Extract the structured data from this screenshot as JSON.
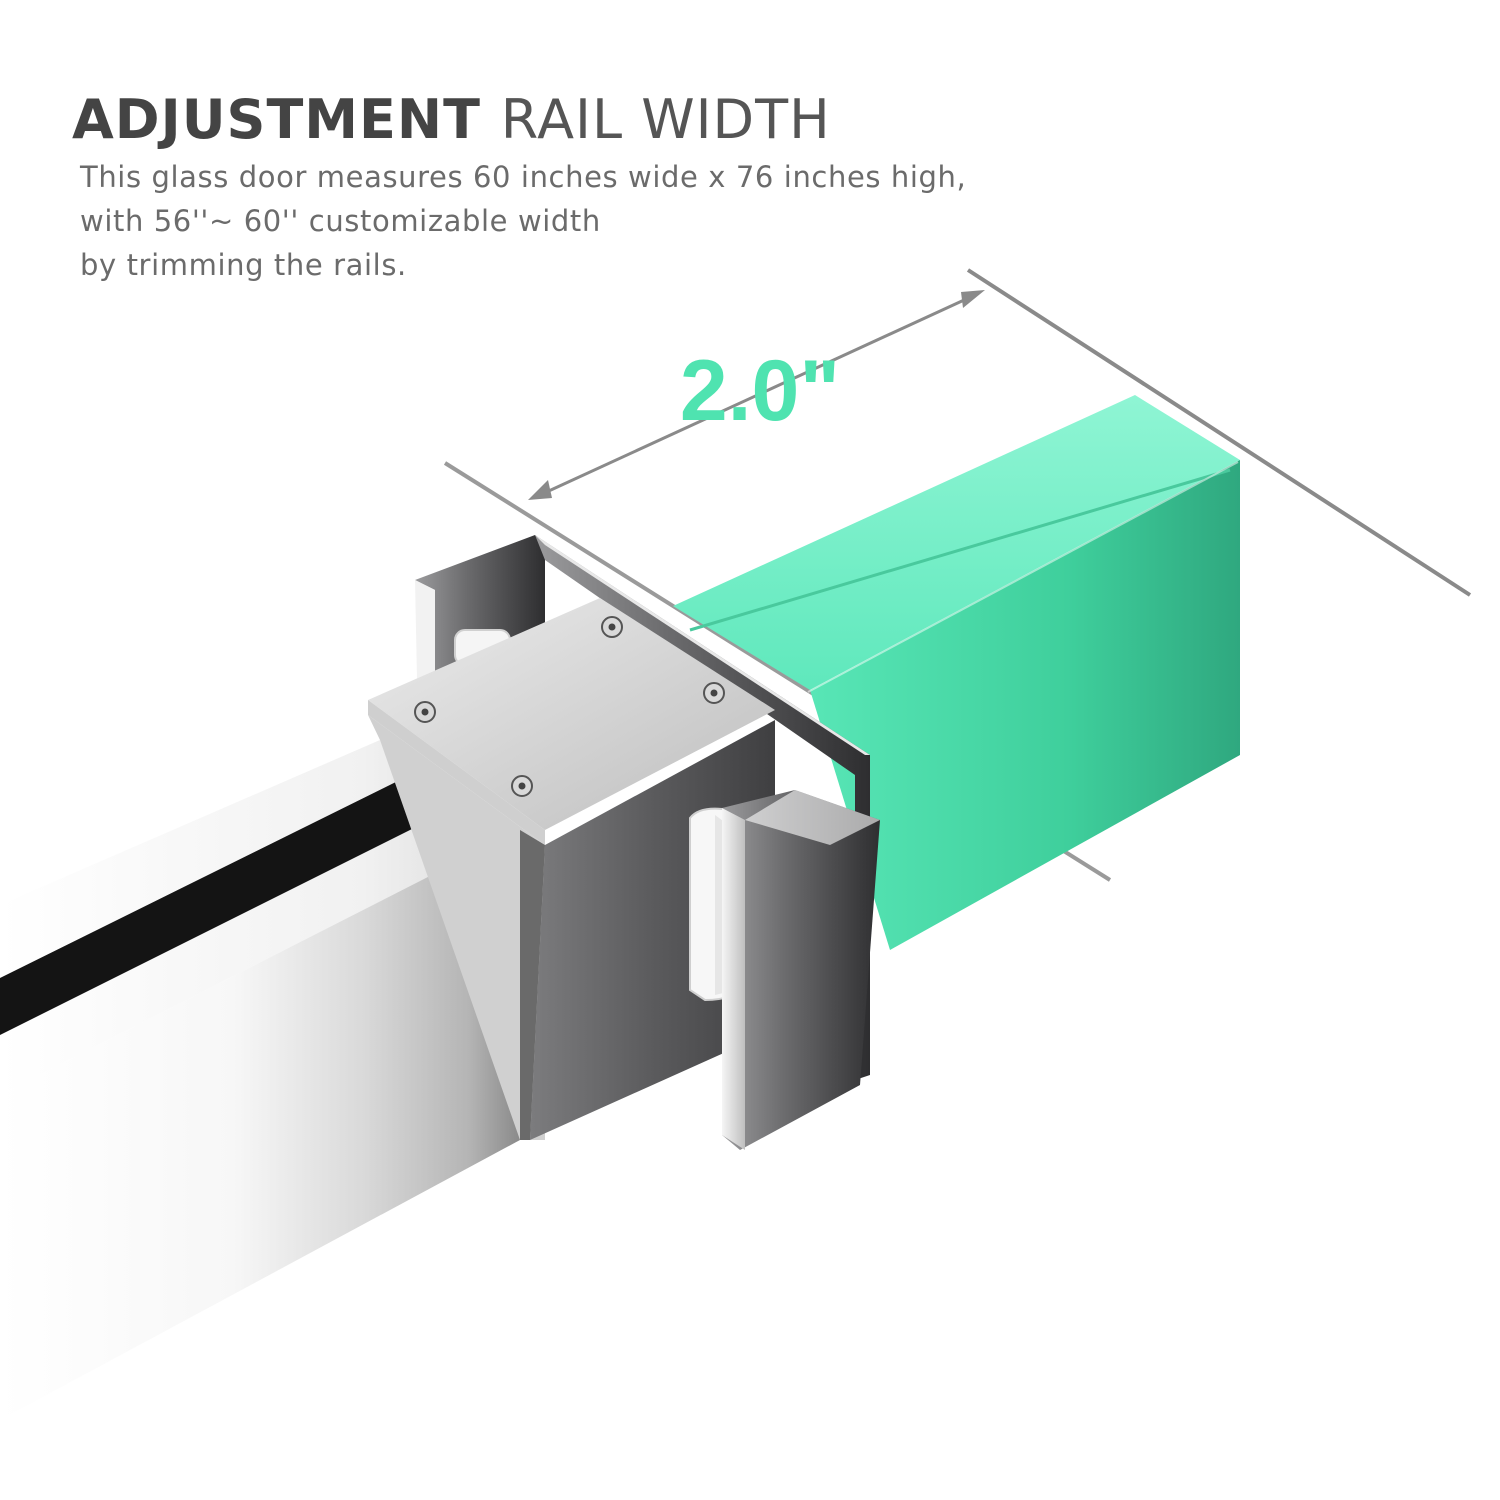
{
  "heading": {
    "bold": "ADJUSTMENT",
    "light": "RAIL WIDTH"
  },
  "description": {
    "lines": [
      "This glass door measures 60 inches wide x 76 inches high,",
      "with 56''~ 60'' customizable width",
      "by trimming the rails."
    ]
  },
  "dimension": {
    "label": "2.0\"",
    "color": "#4fe3b0"
  },
  "colors": {
    "glass": "#5ef0c0",
    "chrome_dark": "#5a5a5c",
    "chrome_light": "#f4f4f4"
  }
}
